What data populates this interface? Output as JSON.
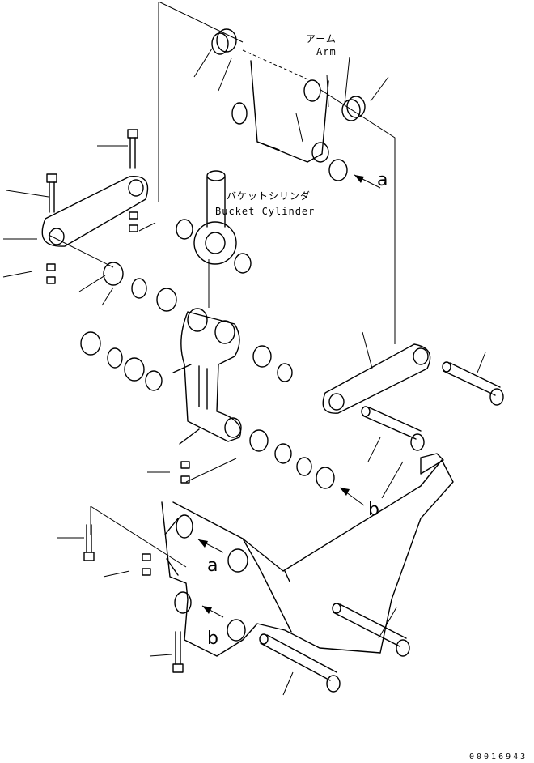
{
  "labels": {
    "arm_jp": "アーム",
    "arm_en": "Arm",
    "bucket_cylinder_jp": "バケットシリンダ",
    "bucket_cylinder_en": "Bucket Cylinder"
  },
  "callouts": {
    "a_top": "a",
    "b_mid": "b",
    "a_low": "a",
    "b_low": "b"
  },
  "drawing_number": "00016943"
}
